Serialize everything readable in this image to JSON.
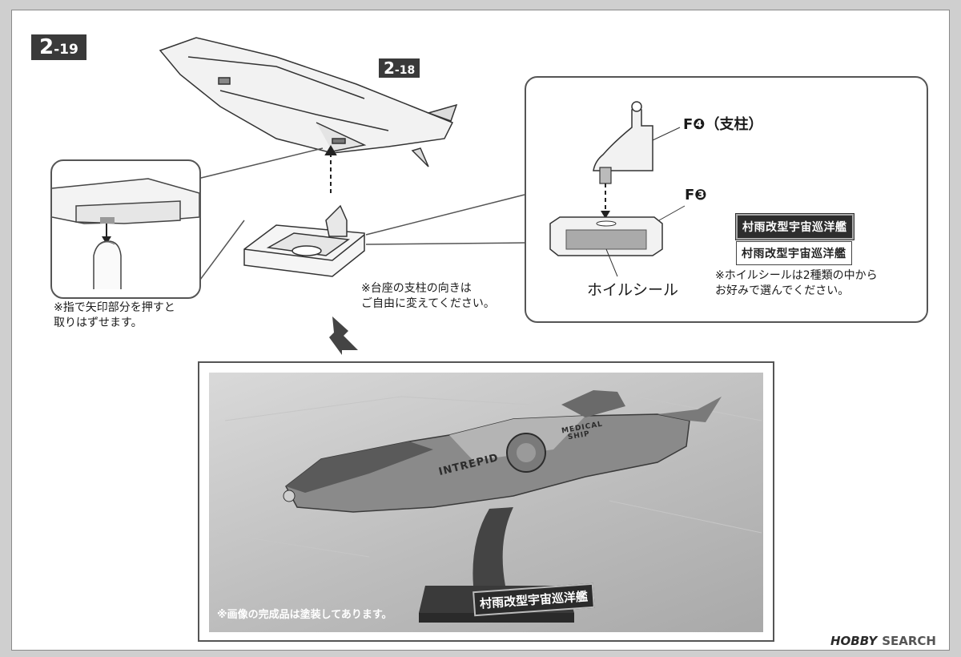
{
  "step": {
    "main": "2",
    "main_sub": "-19",
    "ref": "2",
    "ref_sub": "-18"
  },
  "notes": {
    "press_release": "※指で矢印部分を押すと\n取りはずせます。",
    "pillar_direction": "※台座の支柱の向きは\nご自由に変えてください。",
    "foil_choice": "※ホイルシールは2種類の中から\nお好みで選んでください。"
  },
  "parts": {
    "f4": "F❹（支柱）",
    "f3": "F❸",
    "foil_seal": "ホイルシール"
  },
  "stickers": {
    "dark": "村雨改型宇宙巡洋艦",
    "light": "村雨改型宇宙巡洋艦"
  },
  "photo": {
    "caption": "※画像の完成品は塗装してあります。",
    "plate": "村雨改型宇宙巡洋艦",
    "hull_text": "INTREPID",
    "emblem_text_1": "MEDICAL",
    "emblem_text_2": "SHIP"
  },
  "watermark": {
    "brand": "HOBBY",
    "suffix": "SEARCH"
  },
  "colors": {
    "badge": "#3a3a3a",
    "line": "#555555",
    "photo_bg": "#bdbdbd"
  }
}
